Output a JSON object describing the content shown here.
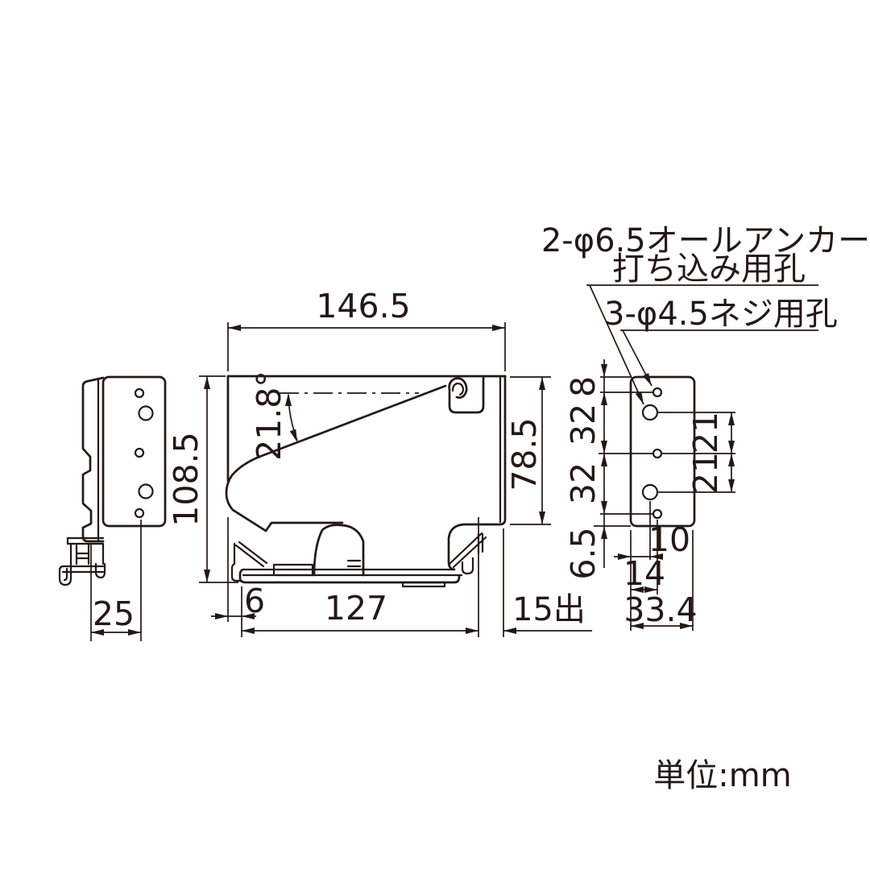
{
  "drawing": {
    "unit_note": "単位:mm",
    "callouts": {
      "anchor_line1": "2-φ6.5オールアンカー",
      "anchor_line2": "打ち込み用孔",
      "screw": "3-φ4.5ネジ用孔"
    },
    "side_view": {
      "depth": "25"
    },
    "front_view": {
      "width": "146.5",
      "height": "108.5",
      "angle": "21.8°",
      "right_height": "78.5",
      "left_offset": "6",
      "base_width": "127",
      "projection": "15出"
    },
    "plate_view": {
      "top_margin": "8",
      "hole_pitch_upper": "32",
      "hole_pitch_lower": "32",
      "bottom_margin": "6.5",
      "anchor_pitch_upper": "21",
      "anchor_pitch_lower": "21",
      "anchor_inset": "10",
      "screw_inset": "14",
      "width": "33.4"
    },
    "colors": {
      "ink": "#231815",
      "background": "#ffffff"
    }
  }
}
